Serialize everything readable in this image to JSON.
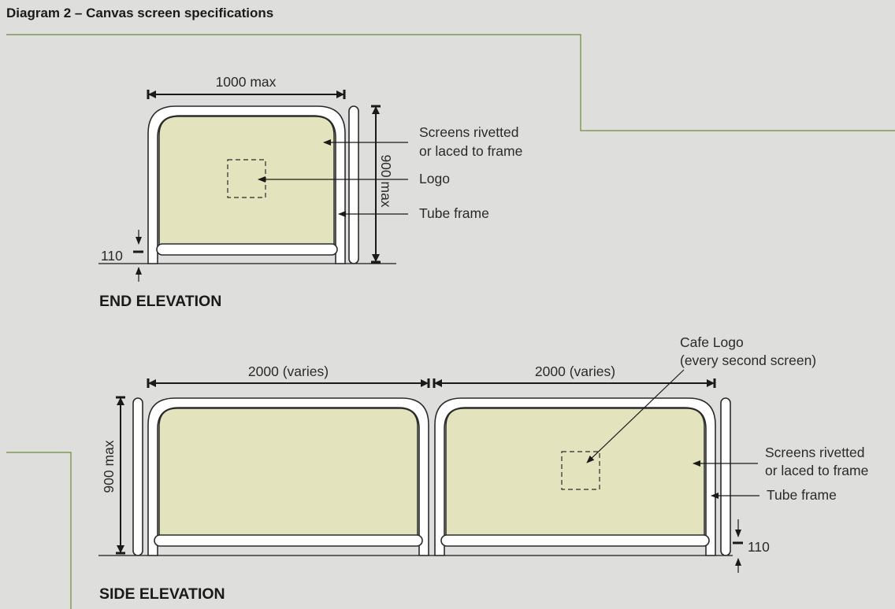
{
  "title": "Diagram 2 – Canvas screen specifications",
  "end_elevation": {
    "heading": "END ELEVATION",
    "width_label": "1000 max",
    "height_label": "900 max",
    "clearance_label": "110",
    "callouts": {
      "screens_line1": "Screens rivetted",
      "screens_line2": "or laced to frame",
      "logo": "Logo",
      "tube_frame": "Tube frame"
    }
  },
  "side_elevation": {
    "heading": "SIDE ELEVATION",
    "width_label_left": "2000 (varies)",
    "width_label_right": "2000 (varies)",
    "height_label": "900 max",
    "clearance_label": "110",
    "callouts": {
      "cafe_logo_line1": "Cafe Logo",
      "cafe_logo_line2": "(every second screen)",
      "screens_line1": "Screens rivetted",
      "screens_line2": "or laced to frame",
      "tube_frame": "Tube frame"
    }
  },
  "colors": {
    "background": "#dededd",
    "screen_fill": "#e3e4bd",
    "accent_line": "#6f8a3a"
  }
}
